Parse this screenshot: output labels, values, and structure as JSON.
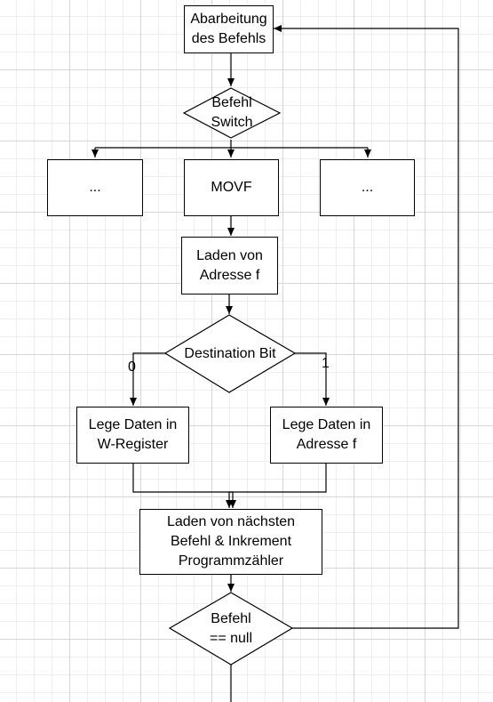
{
  "nodes": {
    "start": "Abarbeitung\ndes Befehls",
    "switch": "Befehl\nSwitch",
    "case_left": "...",
    "case_movf": "MOVF",
    "case_right": "...",
    "load_address": "Laden von\nAdresse f",
    "destination": "Destination Bit",
    "store_w": "Lege Daten in\nW-Register",
    "store_f": "Lege Daten in\nAdresse f",
    "load_next": "Laden von nächsten\nBefehl & Inkrement\nProgrammzähler",
    "check_null": "Befehl\n== null"
  },
  "edge_labels": {
    "destination_zero": "0",
    "destination_one": "1"
  }
}
